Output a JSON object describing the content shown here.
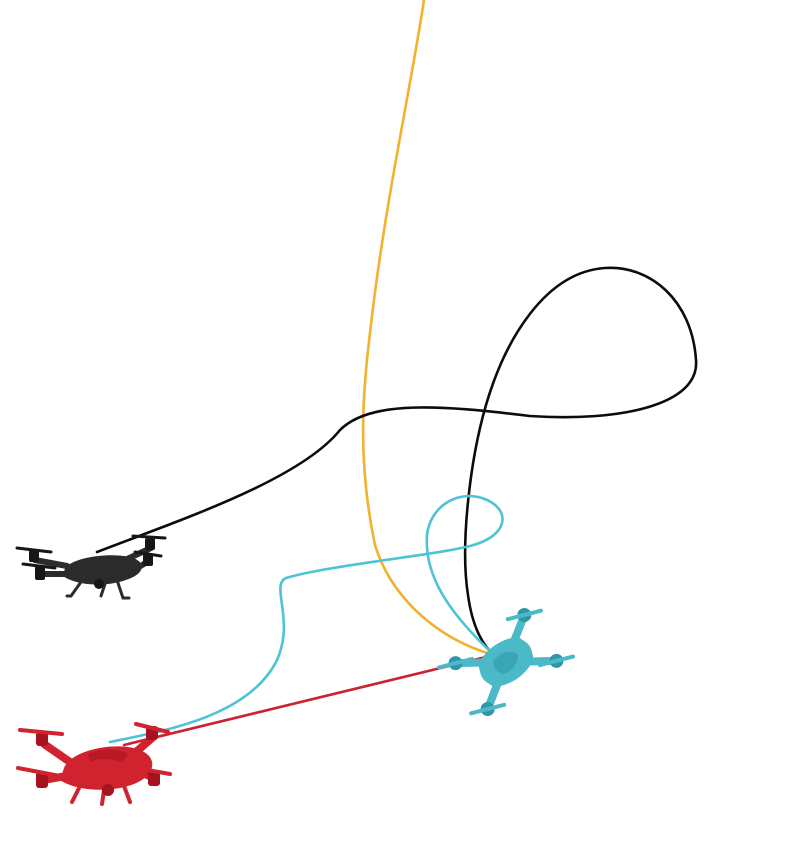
{
  "colors": {
    "background": "#ffffff",
    "black_drone": "#2b2b2b",
    "black_drone_dark": "#161616",
    "red_drone": "#d1232f",
    "red_drone_dark": "#a6121d",
    "teal_drone": "#4cb9c9",
    "teal_drone_dark": "#2f97a8",
    "trajectory_orange": "#f2b12f",
    "trajectory_black": "#0c0c0c",
    "trajectory_cyan": "#4ec3d6",
    "trajectory_red": "#cc2233"
  },
  "objects": [
    {
      "name": "black-drone",
      "icon": "quadcopter-drone-icon"
    },
    {
      "name": "red-drone",
      "icon": "quadcopter-drone-icon"
    },
    {
      "name": "teal-drone",
      "icon": "quadcopter-drone-icon"
    }
  ],
  "trajectories": [
    {
      "name": "orange-trajectory",
      "color_key": "trajectory_orange"
    },
    {
      "name": "black-trajectory",
      "color_key": "trajectory_black"
    },
    {
      "name": "cyan-trajectory",
      "color_key": "trajectory_cyan"
    },
    {
      "name": "red-trajectory",
      "color_key": "trajectory_red"
    }
  ]
}
